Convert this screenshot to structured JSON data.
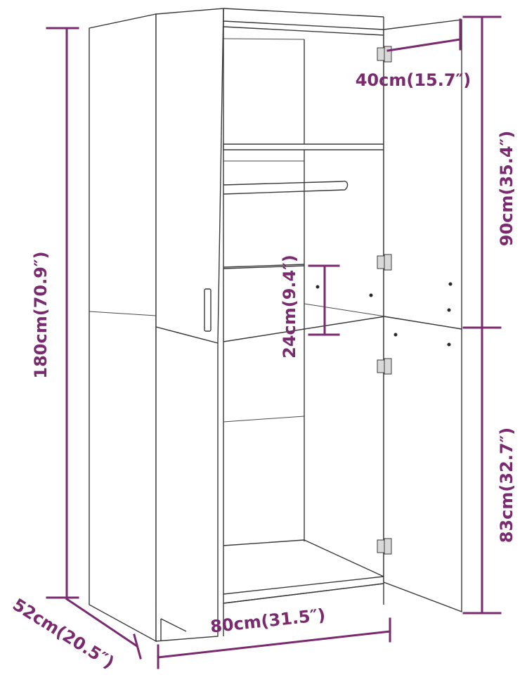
{
  "colors": {
    "dimension": "#7a2a6e",
    "outline": "#3a3a3a"
  },
  "dimensions": {
    "total_height": "180cm(70.9″)",
    "depth": "52cm(20.5″)",
    "width": "80cm(31.5″)",
    "shelf_depth": "40cm(15.7″)",
    "upper_height": "90cm(35.4″)",
    "lower_height": "83cm(32.7″)",
    "drawer_height": "24cm(9.4″)"
  }
}
